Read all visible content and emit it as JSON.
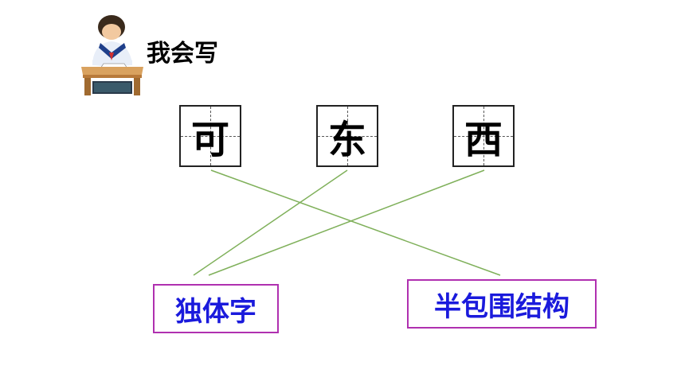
{
  "section": {
    "title": "我会写",
    "icon": "student-writing-at-desk-icon"
  },
  "characters": [
    {
      "char": "可",
      "matches": "半包围结构"
    },
    {
      "char": "东",
      "matches": "独体字"
    },
    {
      "char": "西",
      "matches": "独体字"
    }
  ],
  "categories": [
    {
      "label": "独体字"
    },
    {
      "label": "半包围结构"
    }
  ],
  "colors": {
    "link_line": "#7fb05a",
    "category_border": "#b030b0",
    "category_text": "#1a1adc"
  }
}
